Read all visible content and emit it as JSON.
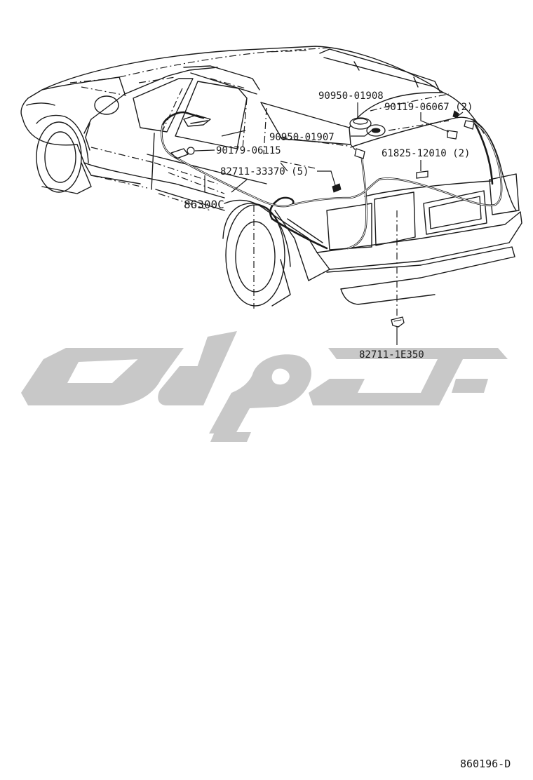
{
  "part_labels": {
    "p_90950_01908": "90950-01908",
    "p_90119_06067": "90119-06067 (2)",
    "p_90950_01907": "90950-01907",
    "p_90179_06115": "90179-06115",
    "p_61825_12010": "61825-12010 (2)",
    "p_82711_33370": "82711-33370 (5)",
    "p_86300c": "86300C",
    "p_82711_1e350": "82711-1E350"
  },
  "diagram_code": "860196-D",
  "colors": {
    "ink": "#1a1a1a",
    "watermark": "#c8c8c8",
    "background": "#ffffff"
  }
}
